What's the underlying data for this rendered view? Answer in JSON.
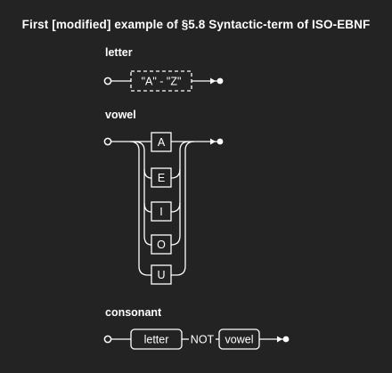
{
  "title": "First [modified] example of §5.8 Syntactic-term of ISO-EBNF",
  "rules": {
    "letter": {
      "name": "letter",
      "range_label": "\"A\" - \"Z\""
    },
    "vowel": {
      "name": "vowel",
      "choices": [
        "A",
        "E",
        "I",
        "O",
        "U"
      ]
    },
    "consonant": {
      "name": "consonant",
      "first_ref": "letter",
      "except_keyword": "NOT",
      "second_ref": "vowel"
    }
  },
  "colors": {
    "background": "#232323",
    "foreground": "#ffffff"
  }
}
